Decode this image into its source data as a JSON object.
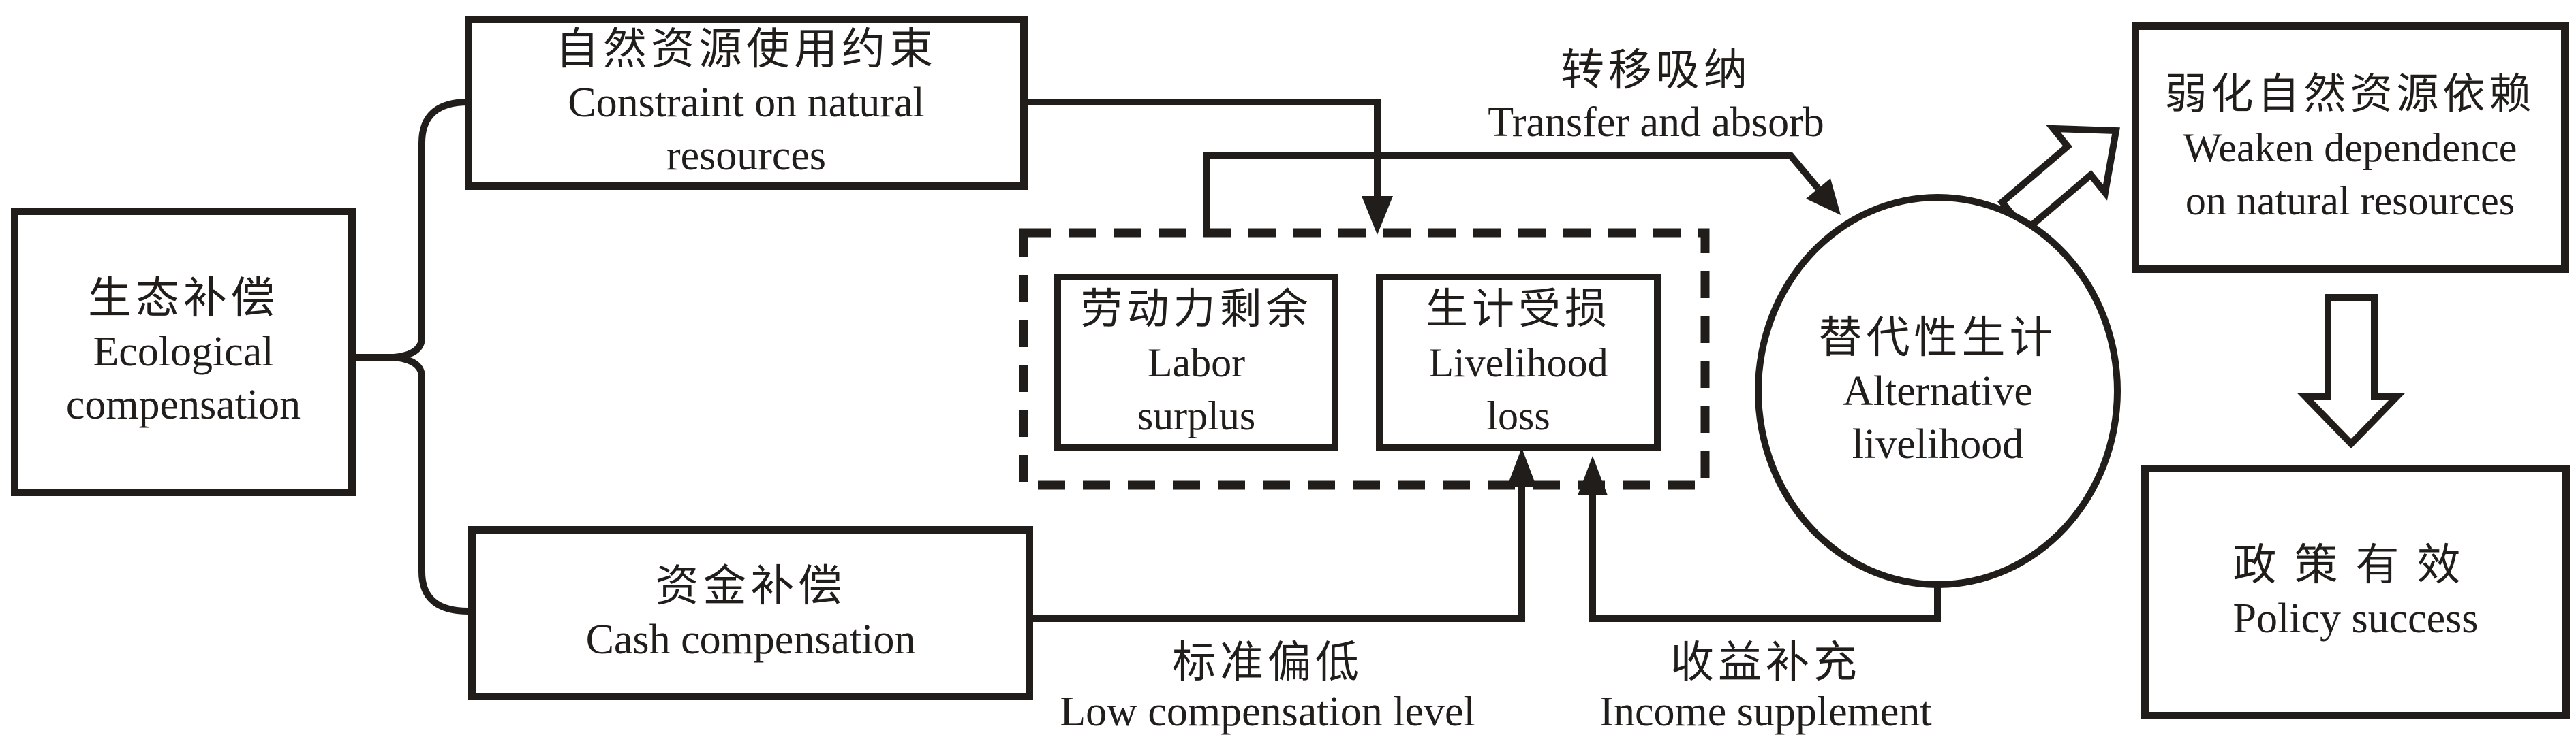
{
  "diagram": {
    "title_hint": "Ecological compensation policy flow diagram",
    "colors": {
      "ink": "#211d1a",
      "background": "#ffffff"
    },
    "nodes": {
      "ecological": {
        "zh": "生态补偿",
        "en1": "Ecological",
        "en2": "compensation"
      },
      "constraint": {
        "zh": "自然资源使用约束",
        "en1": "Constraint on natural",
        "en2": "resources"
      },
      "cash": {
        "zh": "资金补偿",
        "en1": "Cash compensation"
      },
      "labor": {
        "zh": "劳动力剩余",
        "en1": "Labor",
        "en2": "surplus"
      },
      "loss": {
        "zh": "生计受损",
        "en1": "Livelihood",
        "en2": "loss"
      },
      "alternative": {
        "zh": "替代性生计",
        "en1": "Alternative",
        "en2": "livelihood"
      },
      "weaken": {
        "zh": "弱化自然资源依赖",
        "en1": "Weaken dependence",
        "en2": "on natural resources"
      },
      "policy": {
        "zh": "政策有效",
        "en1": "Policy success"
      }
    },
    "edge_labels": {
      "transfer": {
        "zh": "转移吸纳",
        "en": "Transfer and absorb"
      },
      "low_comp": {
        "zh": "标准偏低",
        "en": "Low compensation level"
      },
      "income": {
        "zh": "收益补充",
        "en": "Income supplement"
      }
    }
  }
}
